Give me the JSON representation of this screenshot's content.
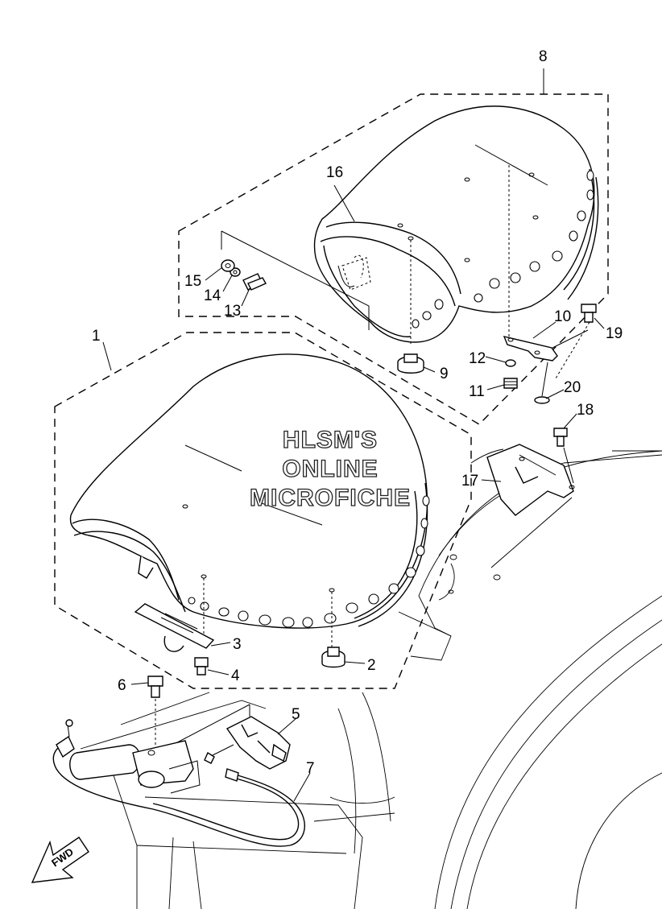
{
  "watermark": {
    "line1": "HLSM'S",
    "line2": "ONLINE",
    "line3": "MICROFICHE"
  },
  "fwd_label": "FWD",
  "callouts": [
    {
      "id": "c1",
      "label": "1"
    },
    {
      "id": "c2",
      "label": "2"
    },
    {
      "id": "c3",
      "label": "3"
    },
    {
      "id": "c4",
      "label": "4"
    },
    {
      "id": "c5",
      "label": "5"
    },
    {
      "id": "c6",
      "label": "6"
    },
    {
      "id": "c7",
      "label": "7"
    },
    {
      "id": "c8",
      "label": "8"
    },
    {
      "id": "c9",
      "label": "9"
    },
    {
      "id": "c10",
      "label": "10"
    },
    {
      "id": "c11",
      "label": "11"
    },
    {
      "id": "c12",
      "label": "12"
    },
    {
      "id": "c13",
      "label": "13"
    },
    {
      "id": "c14",
      "label": "14"
    },
    {
      "id": "c15",
      "label": "15"
    },
    {
      "id": "c16",
      "label": "16"
    },
    {
      "id": "c17",
      "label": "17"
    },
    {
      "id": "c18",
      "label": "18"
    },
    {
      "id": "c19",
      "label": "19"
    },
    {
      "id": "c20",
      "label": "20"
    }
  ]
}
